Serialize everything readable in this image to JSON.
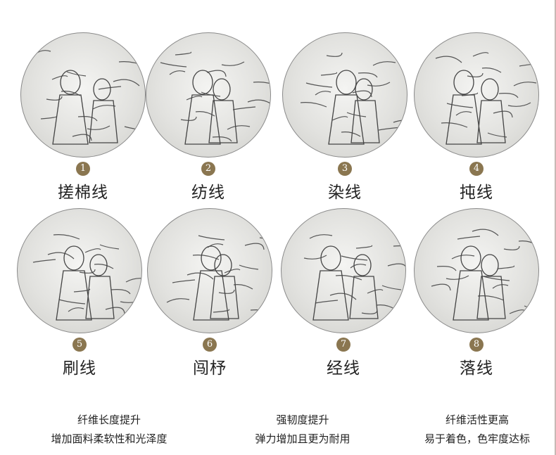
{
  "steps": [
    {
      "number": "1",
      "label": "搓棉线"
    },
    {
      "number": "2",
      "label": "纺线"
    },
    {
      "number": "3",
      "label": "染线"
    },
    {
      "number": "4",
      "label": "扽线"
    },
    {
      "number": "5",
      "label": "刷线"
    },
    {
      "number": "6",
      "label": "闯杼"
    },
    {
      "number": "7",
      "label": "经线"
    },
    {
      "number": "8",
      "label": "落线"
    }
  ],
  "benefits": [
    {
      "line1": "纤维长度提升",
      "line2": "增加面料柔软性和光泽度"
    },
    {
      "line1": "强韧度提升",
      "line2": "弹力增加且更为耐用"
    },
    {
      "line1": "纤维活性更高",
      "line2": "易于着色，色牢度达标"
    }
  ],
  "colors": {
    "badge": "#8a7650"
  }
}
